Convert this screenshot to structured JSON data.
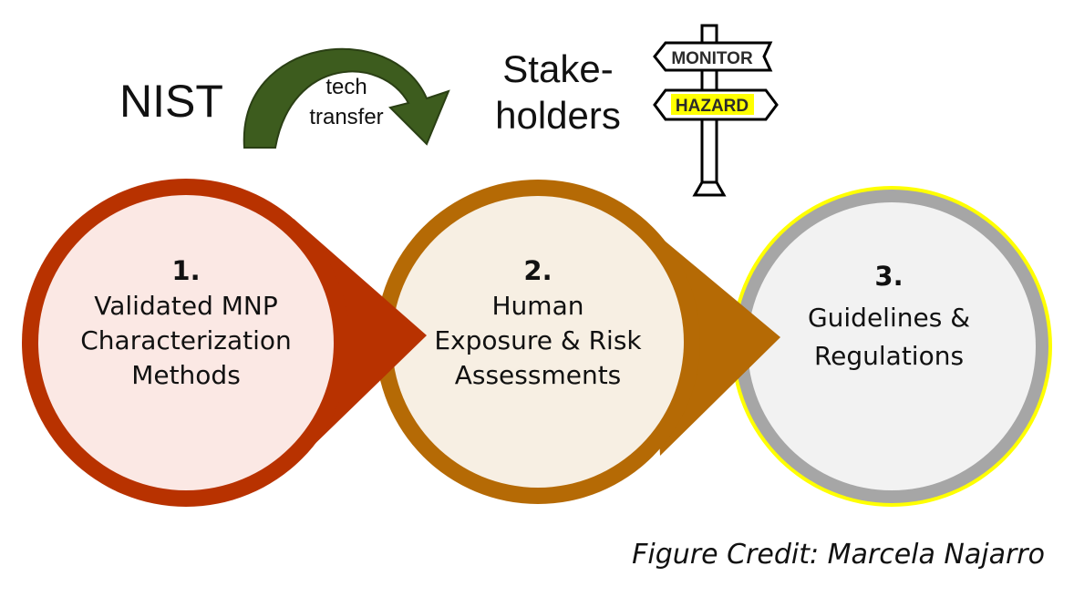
{
  "header": {
    "nist": "NIST",
    "tech_transfer": [
      "tech",
      "transfer"
    ],
    "stakeholders": [
      "Stake-",
      "holders"
    ]
  },
  "signpost": {
    "top_sign": "MONITOR",
    "bottom_sign": "HAZARD",
    "highlight_color": "#ffff00"
  },
  "steps": [
    {
      "number": "1.",
      "lines": [
        "Validated MNP",
        "Characterization",
        "Methods"
      ],
      "ring_color": "#b83200",
      "fill_color": "#fbe8e4"
    },
    {
      "number": "2.",
      "lines": [
        "Human",
        "Exposure & Risk",
        "Assessments"
      ],
      "ring_color": "#b56a05",
      "fill_color": "#f7efe3"
    },
    {
      "number": "3.",
      "lines": [
        "Guidelines &",
        "Regulations"
      ],
      "ring_color": "#a6a6a6",
      "fill_color": "#f2f2f2"
    }
  ],
  "arrow_color": "#3d5c1e",
  "credit": "Figure Credit: Marcela Najarro"
}
